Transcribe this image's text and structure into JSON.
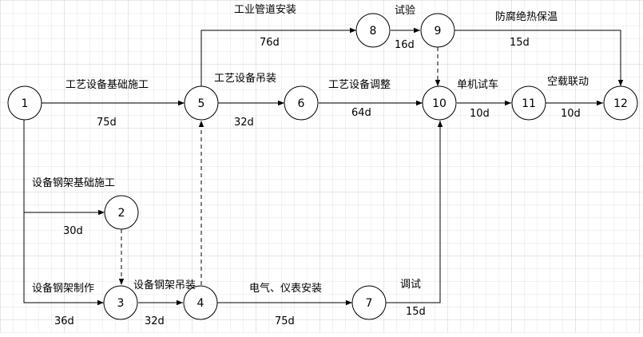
{
  "nodes": [
    {
      "id": "n1",
      "label": "1"
    },
    {
      "id": "n2",
      "label": "2"
    },
    {
      "id": "n3",
      "label": "3"
    },
    {
      "id": "n4",
      "label": "4"
    },
    {
      "id": "n5",
      "label": "5"
    },
    {
      "id": "n6",
      "label": "6"
    },
    {
      "id": "n7",
      "label": "7"
    },
    {
      "id": "n8",
      "label": "8"
    },
    {
      "id": "n9",
      "label": "9"
    },
    {
      "id": "n10",
      "label": "10"
    },
    {
      "id": "n11",
      "label": "11"
    },
    {
      "id": "n12",
      "label": "12"
    }
  ],
  "activities": [
    {
      "id": "a1_5",
      "from": "n1",
      "to": "n5",
      "name": "工艺设备基础施工",
      "duration": "75d"
    },
    {
      "id": "a1_2",
      "from": "n1",
      "to": "n2",
      "name": "设备钢架基础施工",
      "duration": "30d"
    },
    {
      "id": "a1_3",
      "from": "n1",
      "to": "n3",
      "name": "设备钢架制作",
      "duration": "36d"
    },
    {
      "id": "a3_4",
      "from": "n3",
      "to": "n4",
      "name": "设备钢架吊装",
      "duration": "32d"
    },
    {
      "id": "a4_7",
      "from": "n4",
      "to": "n7",
      "name": "电气、仪表安装",
      "duration": "75d"
    },
    {
      "id": "a7_10",
      "from": "n7",
      "to": "n10",
      "name": "调试",
      "duration": "15d"
    },
    {
      "id": "a5_6",
      "from": "n5",
      "to": "n6",
      "name": "工艺设备吊装",
      "duration": "32d"
    },
    {
      "id": "a6_10",
      "from": "n6",
      "to": "n10",
      "name": "工艺设备调整",
      "duration": "64d"
    },
    {
      "id": "a5_8",
      "from": "n5",
      "to": "n8",
      "name": "工业管道安装",
      "duration": "76d"
    },
    {
      "id": "a8_9",
      "from": "n8",
      "to": "n9",
      "name": "试验",
      "duration": "16d"
    },
    {
      "id": "a9_12",
      "from": "n9",
      "to": "n12",
      "name": "防腐绝热保温",
      "duration": "15d"
    },
    {
      "id": "a10_11",
      "from": "n10",
      "to": "n11",
      "name": "单机试车",
      "duration": "10d"
    },
    {
      "id": "a11_12",
      "from": "n11",
      "to": "n12",
      "name": "空载联动",
      "duration": "10d"
    }
  ],
  "dummies": [
    {
      "id": "d2_3",
      "from": "n2",
      "to": "n3"
    },
    {
      "id": "d4_5",
      "from": "n4",
      "to": "n5"
    },
    {
      "id": "d9_10",
      "from": "n9",
      "to": "n10"
    }
  ]
}
